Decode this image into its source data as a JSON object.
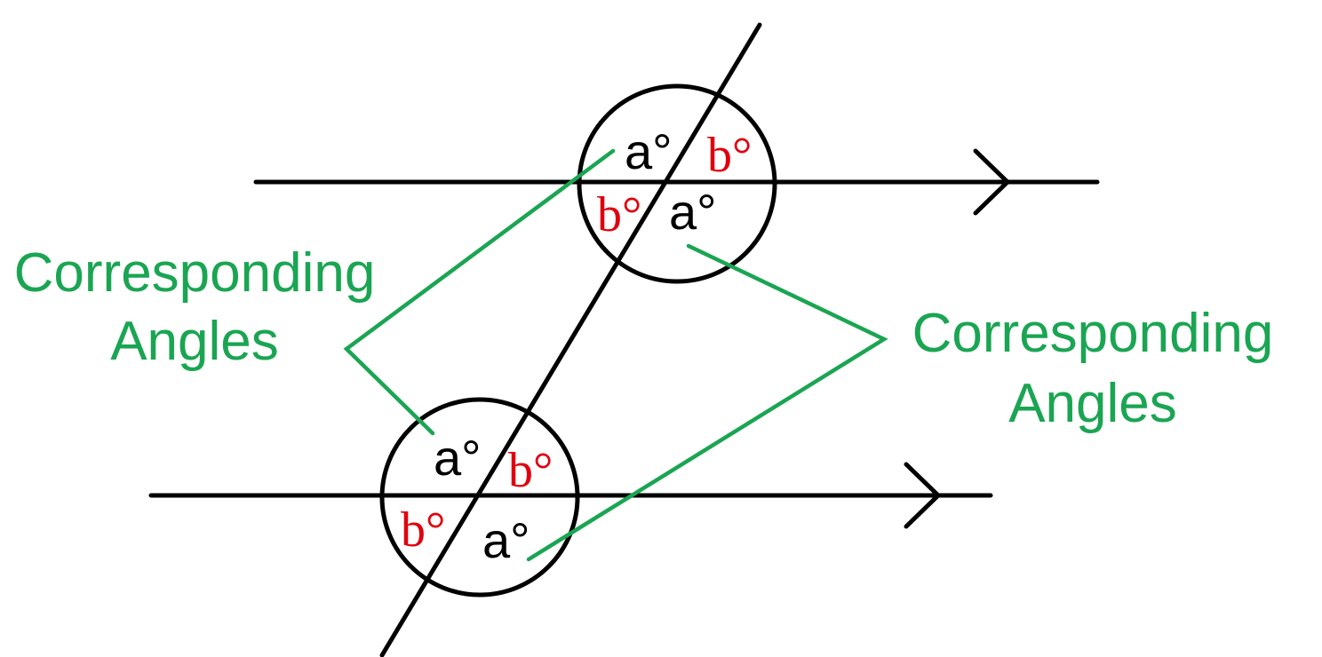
{
  "colors": {
    "line": "#000000",
    "annotation": "#1aa552",
    "b_label": "#e0000d"
  },
  "labels": {
    "a": "a°",
    "b": "b°"
  },
  "annotations": {
    "left": {
      "line1": "Corresponding",
      "line2": "Angles"
    },
    "right": {
      "line1": "Corresponding",
      "line2": "Angles"
    }
  }
}
